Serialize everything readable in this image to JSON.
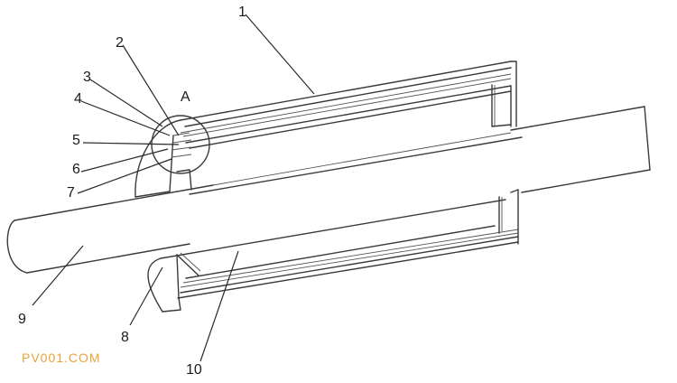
{
  "diagram": {
    "detail_mark": "A",
    "part_labels": [
      "1",
      "2",
      "3",
      "4",
      "5",
      "6",
      "7",
      "8",
      "9",
      "10"
    ]
  },
  "watermark": "PV001.COM"
}
